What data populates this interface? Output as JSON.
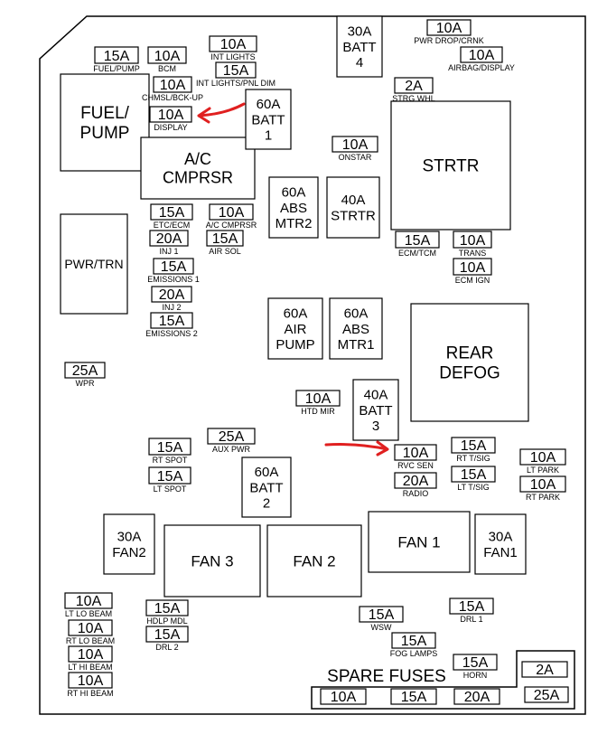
{
  "colors": {
    "line": "#000000",
    "background": "#ffffff",
    "arrow": "#e02020"
  },
  "fuses": [
    {
      "id": "f1",
      "amp": "15A",
      "label": "FUEL/PUMP"
    },
    {
      "id": "f2",
      "amp": "10A",
      "label": "BCM"
    },
    {
      "id": "f3",
      "amp": "10A",
      "label": "INT LIGHTS"
    },
    {
      "id": "f4",
      "amp": "15A",
      "label": "INT LIGHTS/PNL DIM"
    },
    {
      "id": "f5",
      "amp": "10A",
      "label": "CHMSL/BCK-UP"
    },
    {
      "id": "f6",
      "amp": "10A",
      "label": "DISPLAY"
    },
    {
      "id": "f7",
      "amp": "10A",
      "label": "PWR DROP/CRNK"
    },
    {
      "id": "f8",
      "amp": "10A",
      "label": "AIRBAG/DISPLAY"
    },
    {
      "id": "f9",
      "amp": "2A",
      "label": "STRG WHL"
    },
    {
      "id": "f10",
      "amp": "10A",
      "label": "ONSTAR"
    },
    {
      "id": "f11",
      "amp": "15A",
      "label": "ETC/ECM"
    },
    {
      "id": "f12",
      "amp": "10A",
      "label": "A/C CMPRSR"
    },
    {
      "id": "f13",
      "amp": "20A",
      "label": "INJ 1"
    },
    {
      "id": "f14",
      "amp": "15A",
      "label": "AIR SOL"
    },
    {
      "id": "f15",
      "amp": "15A",
      "label": "EMISSIONS 1"
    },
    {
      "id": "f16",
      "amp": "20A",
      "label": "INJ 2"
    },
    {
      "id": "f17",
      "amp": "15A",
      "label": "EMISSIONS 2"
    },
    {
      "id": "f18",
      "amp": "15A",
      "label": "ECM/TCM"
    },
    {
      "id": "f19",
      "amp": "10A",
      "label": "TRANS"
    },
    {
      "id": "f20",
      "amp": "10A",
      "label": "ECM IGN"
    },
    {
      "id": "f21",
      "amp": "25A",
      "label": "WPR"
    },
    {
      "id": "f22",
      "amp": "10A",
      "label": "HTD MIR"
    },
    {
      "id": "f23",
      "amp": "25A",
      "label": "AUX PWR"
    },
    {
      "id": "f24",
      "amp": "15A",
      "label": "RT SPOT"
    },
    {
      "id": "f25",
      "amp": "15A",
      "label": "LT SPOT"
    },
    {
      "id": "f26",
      "amp": "10A",
      "label": "RVC SEN"
    },
    {
      "id": "f27",
      "amp": "20A",
      "label": "RADIO"
    },
    {
      "id": "f28",
      "amp": "15A",
      "label": "RT T/SIG"
    },
    {
      "id": "f29",
      "amp": "15A",
      "label": "LT T/SIG"
    },
    {
      "id": "f30",
      "amp": "10A",
      "label": "LT PARK"
    },
    {
      "id": "f31",
      "amp": "10A",
      "label": "RT PARK"
    },
    {
      "id": "f32",
      "amp": "10A",
      "label": "LT LO BEAM"
    },
    {
      "id": "f33",
      "amp": "10A",
      "label": "RT LO BEAM"
    },
    {
      "id": "f34",
      "amp": "10A",
      "label": "LT HI BEAM"
    },
    {
      "id": "f35",
      "amp": "10A",
      "label": "RT HI BEAM"
    },
    {
      "id": "f36",
      "amp": "15A",
      "label": "HDLP MDL"
    },
    {
      "id": "f37",
      "amp": "15A",
      "label": "DRL 2"
    },
    {
      "id": "f38",
      "amp": "15A",
      "label": "WSW"
    },
    {
      "id": "f39",
      "amp": "15A",
      "label": "DRL 1"
    },
    {
      "id": "f40",
      "amp": "15A",
      "label": "FOG LAMPS"
    },
    {
      "id": "f41",
      "amp": "15A",
      "label": "HORN"
    }
  ],
  "components": [
    {
      "id": "c1",
      "lines": [
        "FUEL/",
        "PUMP"
      ]
    },
    {
      "id": "c2",
      "lines": [
        "A/C",
        "CMPRSR"
      ]
    },
    {
      "id": "c3",
      "lines": [
        "60A",
        "BATT",
        "1"
      ]
    },
    {
      "id": "c4",
      "lines": [
        "30A",
        "BATT",
        "4"
      ]
    },
    {
      "id": "c5",
      "lines": [
        "STRTR"
      ]
    },
    {
      "id": "c6",
      "lines": [
        "60A",
        "ABS",
        "MTR2"
      ]
    },
    {
      "id": "c7",
      "lines": [
        "40A",
        "STRTR"
      ]
    },
    {
      "id": "c8",
      "lines": [
        "PWR/TRN"
      ]
    },
    {
      "id": "c9",
      "lines": [
        "60A",
        "AIR",
        "PUMP"
      ]
    },
    {
      "id": "c10",
      "lines": [
        "60A",
        "ABS",
        "MTR1"
      ]
    },
    {
      "id": "c11",
      "lines": [
        "REAR",
        "DEFOG"
      ]
    },
    {
      "id": "c12",
      "lines": [
        "40A",
        "BATT",
        "3"
      ]
    },
    {
      "id": "c13",
      "lines": [
        "60A",
        "BATT",
        "2"
      ]
    },
    {
      "id": "c14",
      "lines": [
        "30A",
        "FAN2"
      ]
    },
    {
      "id": "c15",
      "lines": [
        "FAN 3"
      ]
    },
    {
      "id": "c16",
      "lines": [
        "FAN 2"
      ]
    },
    {
      "id": "c17",
      "lines": [
        "FAN 1"
      ]
    },
    {
      "id": "c18",
      "lines": [
        "30A",
        "FAN1"
      ]
    }
  ],
  "spare": {
    "title": "SPARE FUSES",
    "fuses": [
      "2A",
      "10A",
      "15A",
      "20A",
      "25A"
    ]
  }
}
